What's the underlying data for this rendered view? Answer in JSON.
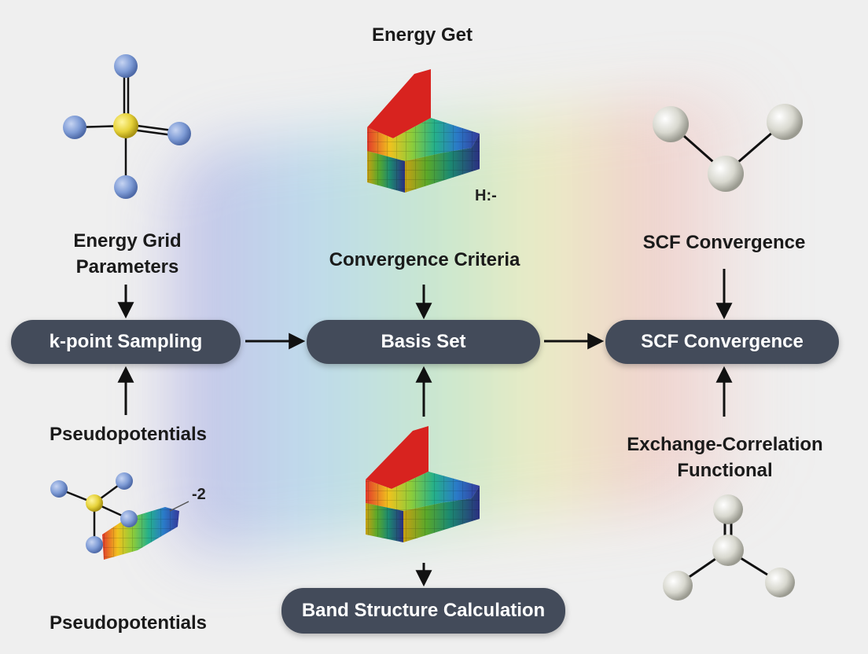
{
  "top_title": "Energy Get",
  "nodes": {
    "kpoint": "k-point Sampling",
    "basis": "Basis Set",
    "scf": "SCF Convergence",
    "band": "Band Structure Calculation"
  },
  "labels": {
    "energy_grid_line1": "Energy Grid",
    "energy_grid_line2": "Parameters",
    "convergence_criteria": "Convergence Criteria",
    "scf_top": "SCF Convergence",
    "pseudo_upper": "Pseudopotentials",
    "pseudo_lower": "Pseudopotentials",
    "xc_line1": "Exchange-Correlation",
    "xc_line2": "Functional"
  },
  "annotations": {
    "h_mark": "H:-",
    "minus_two": "-2"
  },
  "colors": {
    "node_fill": "#434b5a",
    "blue_atom": "#7f9cd6",
    "yellow_atom": "#e6d23a",
    "grey_atom": "#d8d8cf"
  }
}
